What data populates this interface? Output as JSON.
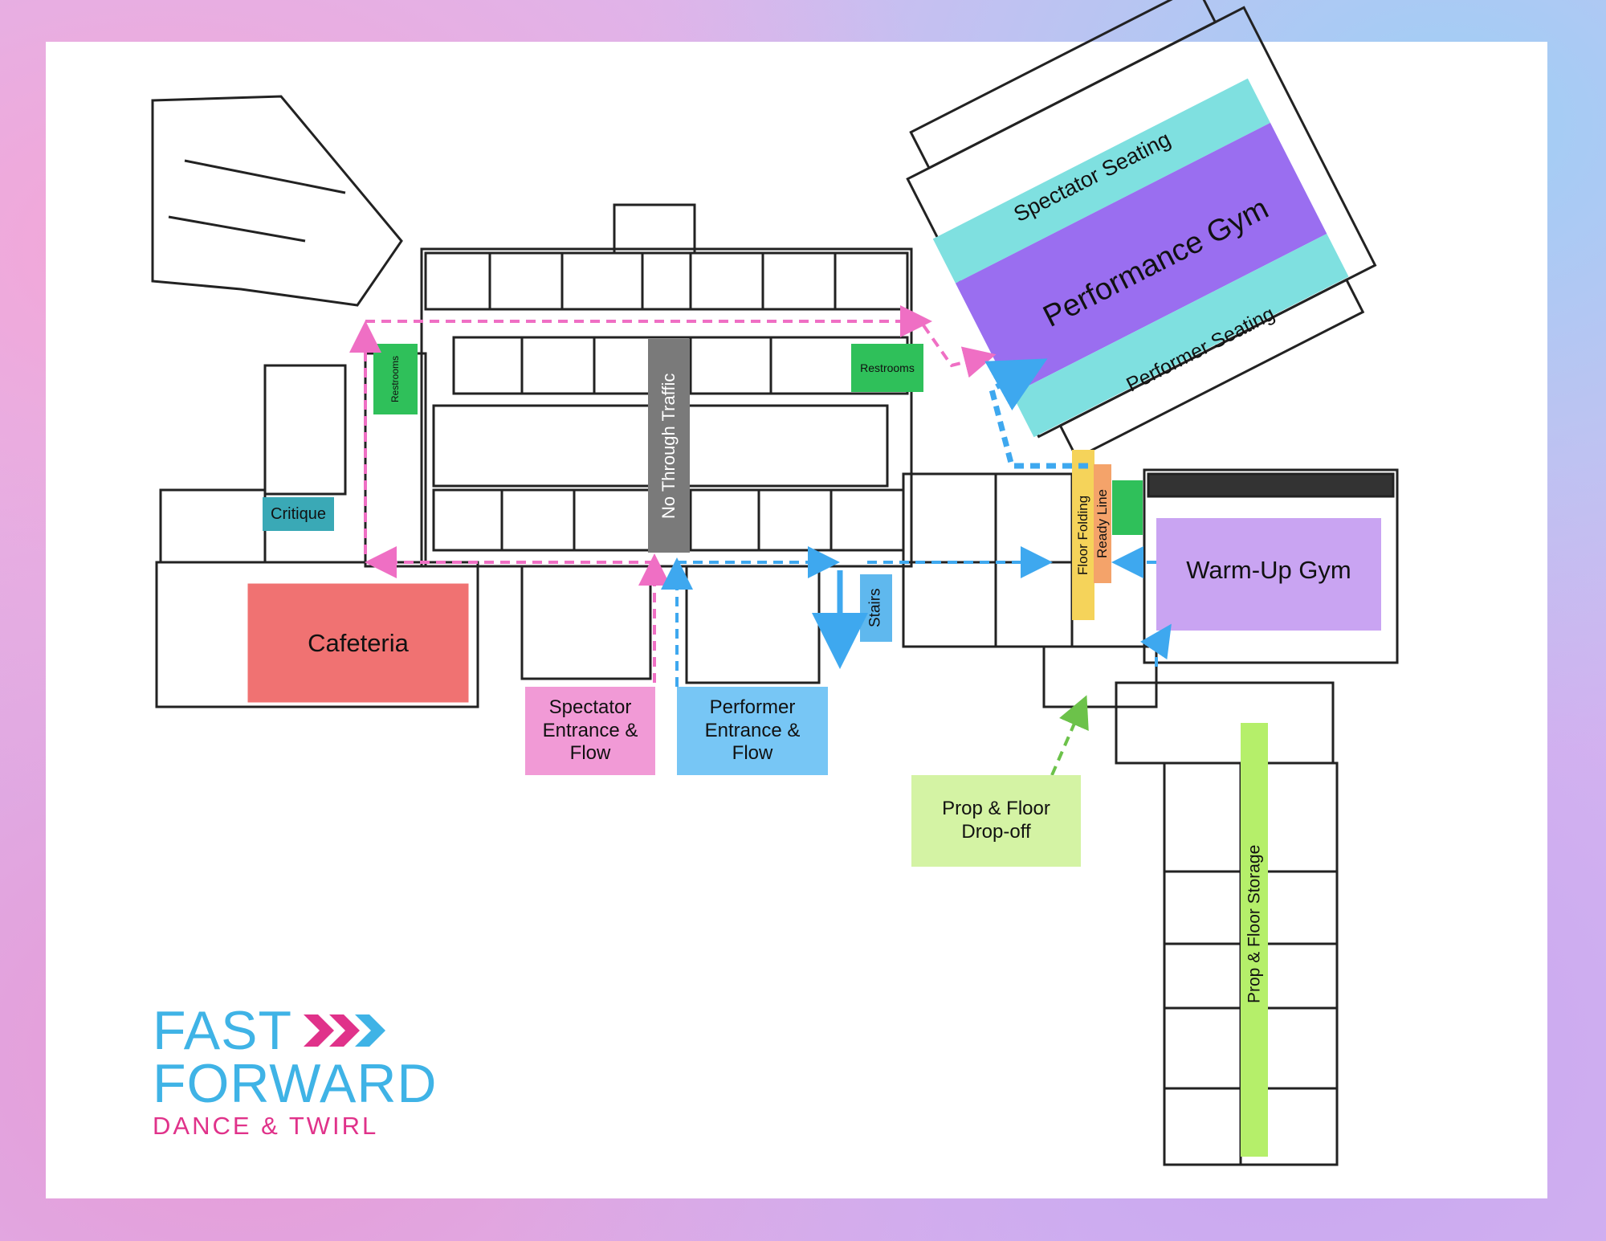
{
  "areas": {
    "spectator_seating": "Spectator Seating",
    "performance_gym": "Performance Gym",
    "performer_seating": "Performer Seating",
    "restrooms_left": "Restrooms",
    "restrooms_right": "Restrooms",
    "no_through_traffic": "No Through Traffic",
    "critique": "Critique",
    "cafeteria": "Cafeteria",
    "stairs": "Stairs",
    "floor_folding": "Floor Folding",
    "ready_line": "Ready Line",
    "warm_up_gym": "Warm-Up Gym",
    "prop_floor_storage": "Prop & Floor Storage"
  },
  "legend": {
    "spectator_entrance": "Spectator Entrance & Flow",
    "performer_entrance": "Performer Entrance & Flow",
    "prop_drop_off": "Prop & Floor Drop-off"
  },
  "logo": {
    "line1": "FAST",
    "line2": "FORWARD",
    "line3": "DANCE & TWIRL"
  },
  "colors": {
    "spectator_flow": "#ef6fc4",
    "performer_flow": "#3ea8ef",
    "prop_flow": "#6cc24a",
    "seating": "#7fe0e0",
    "performance_gym": "#9a6ef0",
    "warm_up_gym": "#c9a4f2",
    "cafeteria": "#f07272",
    "restrooms": "#2fc05a",
    "critique": "#3aa9b6",
    "no_through_traffic": "#7a7a7a",
    "stairs": "#5fb8ee",
    "floor_folding": "#f5d35a",
    "ready_line": "#f4a36a",
    "prop_storage": "#b5ef6a",
    "spectator_box": "#f19ad6",
    "performer_box": "#77c6f5",
    "prop_box": "#d4f3a4",
    "logo_blue": "#3fb3e6",
    "logo_pink": "#e0328a"
  }
}
